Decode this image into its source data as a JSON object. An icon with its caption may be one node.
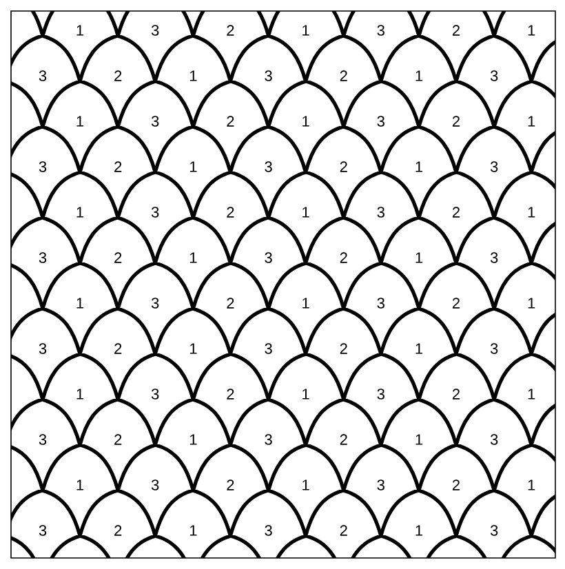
{
  "diagram": {
    "labels": [
      "1",
      "3",
      "2",
      "1",
      "3",
      "2",
      "1",
      "3",
      "2",
      "1",
      "3",
      "2",
      "1",
      "3",
      "1",
      "3",
      "2",
      "1",
      "3",
      "2",
      "1",
      "3",
      "2",
      "1",
      "3",
      "2",
      "1",
      "3",
      "1",
      "3",
      "2",
      "1",
      "3",
      "2",
      "1",
      "3",
      "2",
      "1",
      "3",
      "2",
      "1",
      "3",
      "1",
      "3",
      "2",
      "1",
      "3",
      "2",
      "1",
      "3",
      "2",
      "1",
      "3",
      "2",
      "1",
      "3",
      "1",
      "3",
      "2",
      "1",
      "3",
      "2",
      "1",
      "3",
      "2",
      "1",
      "3",
      "2",
      "1",
      "3",
      "1",
      "3",
      "2",
      "1",
      "3",
      "2",
      "1",
      "3",
      "2",
      "1",
      "3",
      "2",
      "1",
      "3"
    ]
  }
}
